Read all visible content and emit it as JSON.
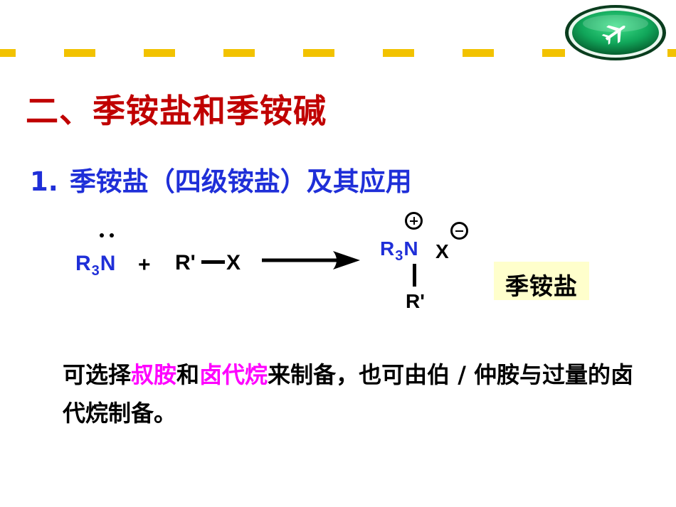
{
  "decoration": {
    "dash_color": "#f2c200"
  },
  "nav": {
    "button_icon": "airplane-icon",
    "color": "#11a65a"
  },
  "title": "二、季铵盐和季铵碱",
  "subtitle": {
    "number": "1.",
    "text": "季铵盐（四级铵盐）及其应用"
  },
  "reaction": {
    "reactant_r": "R",
    "reactant_sub": "3",
    "reactant_n": "N",
    "plus_sign": "+",
    "alkyl_r": "R'",
    "alkyl_x": "X",
    "product_r": "R",
    "product_sub": "3",
    "product_n": "N",
    "product_x": "X",
    "product_r_prime": "R'",
    "product_label": "季铵盐"
  },
  "body": {
    "seg1": "可选择",
    "hl1": "叔胺",
    "seg2": "和",
    "hl2": "卤代烷",
    "seg3": "来制备，也可由伯 / 仲胺与过量的卤代烷制备。"
  },
  "colors": {
    "title": "#c00000",
    "subtitle": "#1f2fd8",
    "highlight": "#ff00ff",
    "label_bg": "#ffffcc"
  }
}
